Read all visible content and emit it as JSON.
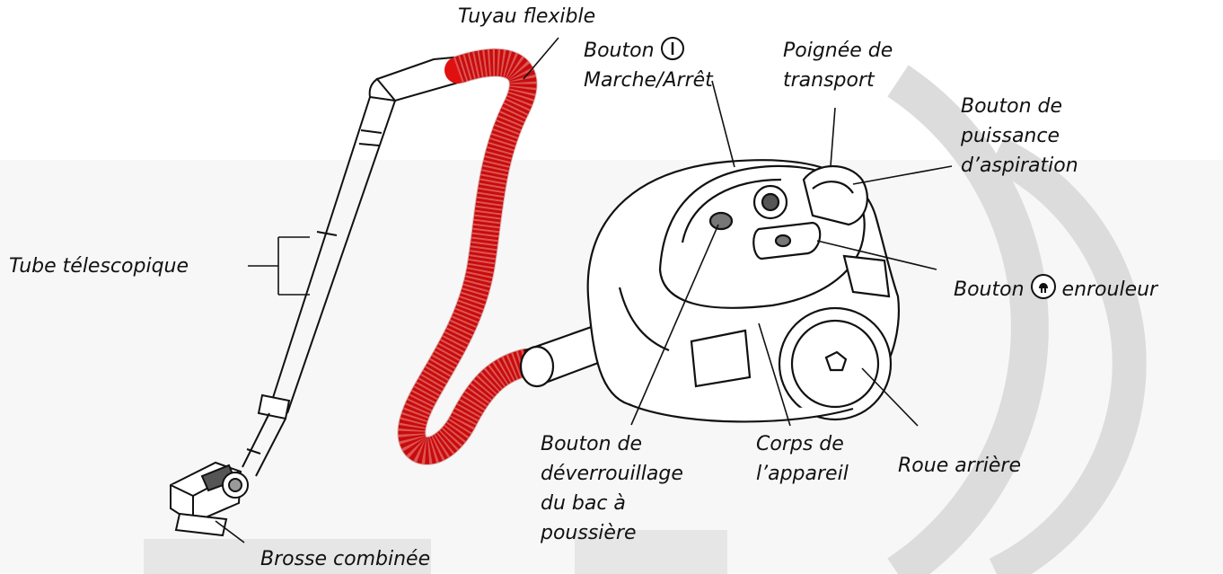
{
  "colors": {
    "background": "#ffffff",
    "watermark": "#d9d9d9",
    "hose": "#e01010",
    "line_art": "#111111"
  },
  "icons": [
    "power-button-icon",
    "cord-rewind-plug-icon"
  ],
  "labels": {
    "hose": "Tuyau flexible",
    "power_prefix": "Bouton",
    "power_suffix": "Marche/Arrêt",
    "handle_line1": "Poignée de",
    "handle_line2": "transport",
    "suction_line1": "Bouton de",
    "suction_line2": "puissance",
    "suction_line3": "d’aspiration",
    "tube": "Tube télescopique",
    "rewind_prefix": "Bouton",
    "rewind_suffix": "enrouleur",
    "unlock_line1": "Bouton de",
    "unlock_line2": "déverrouillage",
    "unlock_line3": "du bac à",
    "unlock_line4": "poussière",
    "body_line1": "Corps de",
    "body_line2": "l’appareil",
    "wheel": "Roue arrière",
    "brush": "Brosse combinée"
  }
}
